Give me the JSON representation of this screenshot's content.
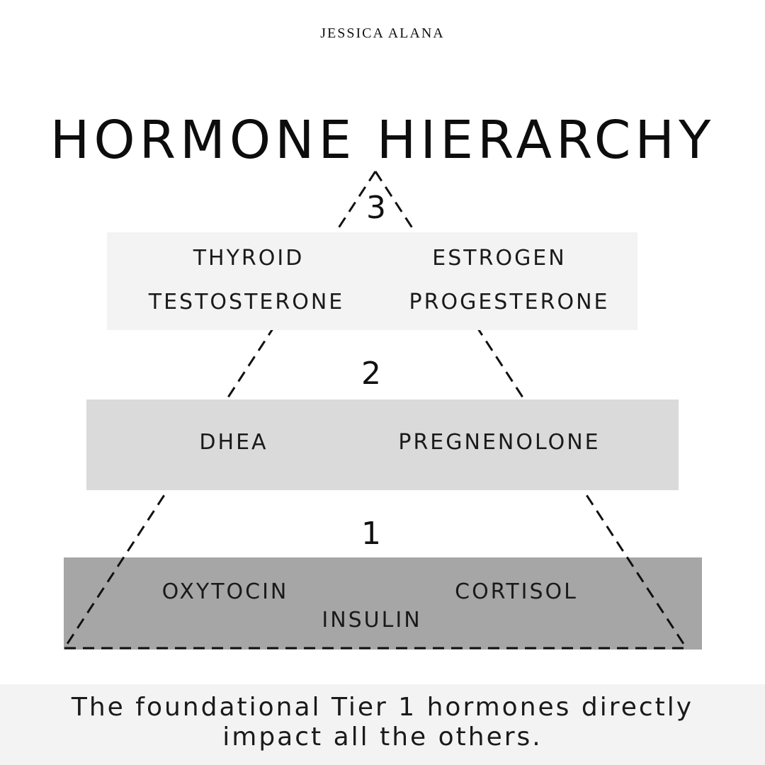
{
  "brand": "JESSICA ALANA",
  "title": "HORMONE HIERARCHY",
  "tiers": {
    "tier3": {
      "number": "3",
      "hormones": [
        "THYROID",
        "ESTROGEN",
        "TESTOSTERONE",
        "PROGESTERONE"
      ]
    },
    "tier2": {
      "number": "2",
      "hormones": [
        "DHEA",
        "PREGNENOLONE"
      ]
    },
    "tier1": {
      "number": "1",
      "hormones": [
        "OXYTOCIN",
        "CORTISOL",
        "INSULIN"
      ]
    }
  },
  "footer": "The foundational Tier 1 hormones directly impact all the others.",
  "colors": {
    "tier3_band": "#f3f3f3",
    "tier2_band": "#dadada",
    "tier1_band": "#a6a6a6",
    "footer_band": "#f3f3f3",
    "outline": "#111111"
  }
}
